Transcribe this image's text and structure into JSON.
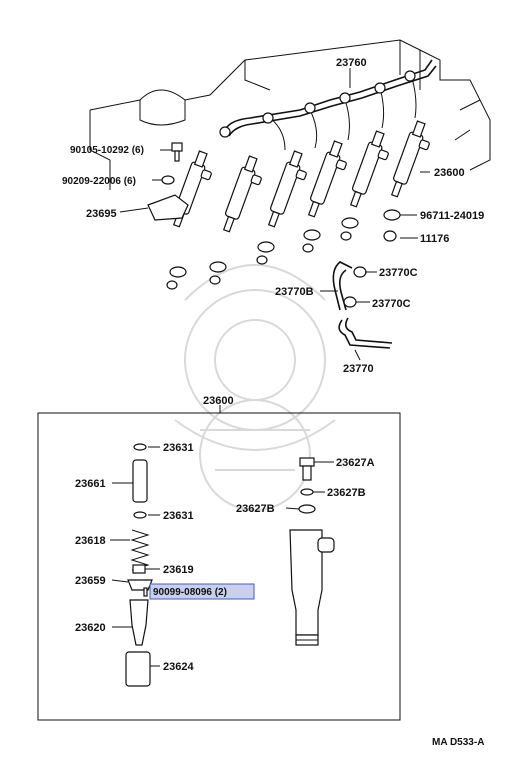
{
  "labels": {
    "p23760": "23760",
    "p90105": "90105-10292 (6)",
    "p90209": "90209-22006 (6)",
    "p23695": "23695",
    "p23600_top": "23600",
    "p96711": "96711-24019",
    "p11176": "11176",
    "p23770C_a": "23770C",
    "p23770B": "23770B",
    "p23770C_b": "23770C",
    "p23770": "23770",
    "p23600_box": "23600",
    "p23631_a": "23631",
    "p23661": "23661",
    "p23627A": "23627A",
    "p23627B_a": "23627B",
    "p23627B_b": "23627B",
    "p23631_b": "23631",
    "p23618": "23618",
    "p23619": "23619",
    "p23659": "23659",
    "p90099": "90099-08096 (2)",
    "p23620": "23620",
    "p23624": "23624"
  },
  "footer": {
    "code": "MA D533-A"
  },
  "colors": {
    "highlight_fill": "#c9d0ee",
    "highlight_border": "#4b5bb8",
    "ink": "#111111"
  }
}
